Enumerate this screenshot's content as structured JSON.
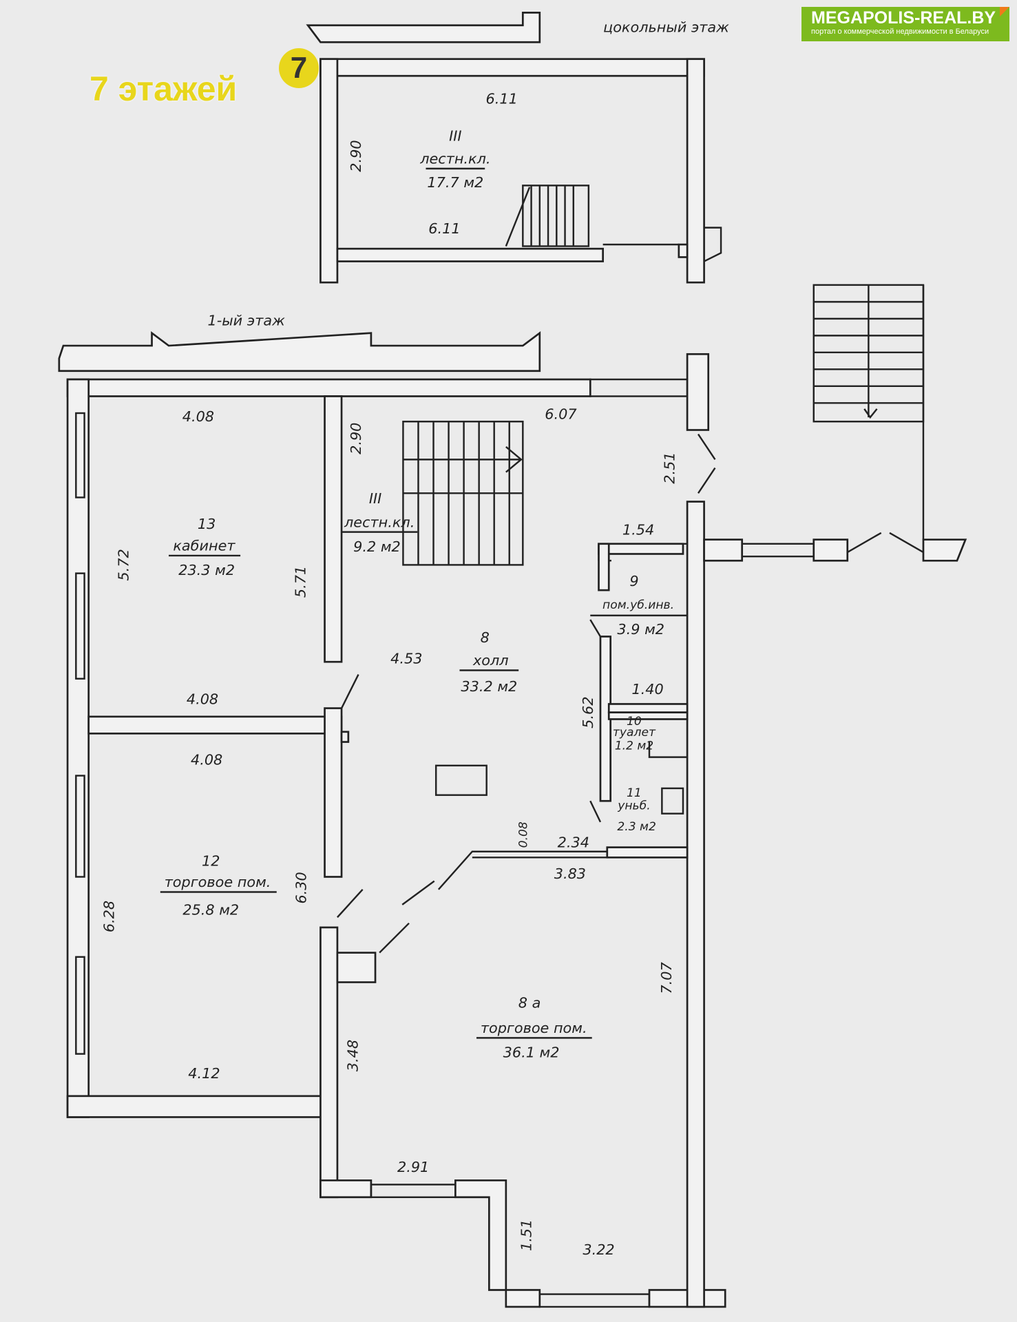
{
  "brand": {
    "name": "MEGAPOLIS-REAL.BY",
    "tagline": "портал о коммерческой недвижимости в Беларуси",
    "color": "#7dba1e",
    "accent": "#f07a1a"
  },
  "overlay": {
    "floors_label": "7 этажей",
    "badge": "7",
    "badge_color": "#e8d61c"
  },
  "basement": {
    "title": "цокольный этаж",
    "dims": [
      "6.11",
      "6.11",
      "2.90"
    ],
    "room": {
      "num": "III",
      "name": "лестн.кл.",
      "area": "17.7 м2"
    }
  },
  "first_floor": {
    "title": "1-ый этаж",
    "rooms": [
      {
        "num": "13",
        "name": "кабинет",
        "area": "23.3 м2"
      },
      {
        "num": "III",
        "name": "лестн.кл.",
        "area": "9.2 м2"
      },
      {
        "num": "8",
        "name": "холл",
        "area": "33.2 м2"
      },
      {
        "num": "9",
        "name": "пом.уб.инв.",
        "area": "3.9 м2"
      },
      {
        "num": "10",
        "name": "туалет",
        "area": "1.2 м2"
      },
      {
        "num": "11",
        "name": "уньб.",
        "area": "2.3 м2"
      },
      {
        "num": "12",
        "name": "торговое пом.",
        "area": "25.8 м2"
      },
      {
        "num": "8 а",
        "name": "торговое пом.",
        "area": "36.1 м2"
      }
    ],
    "dims": [
      "4.08",
      "6.07",
      "2.90",
      "2.51",
      "1.54",
      "5.72",
      "5.71",
      "4.53",
      "1.40",
      "4.08",
      "4.08",
      "5.62",
      "0.08",
      "2.34",
      "3.83",
      "6.30",
      "6.28",
      "7.07",
      "3.48",
      "4.12",
      "2.91",
      "1.51",
      "3.22"
    ]
  }
}
